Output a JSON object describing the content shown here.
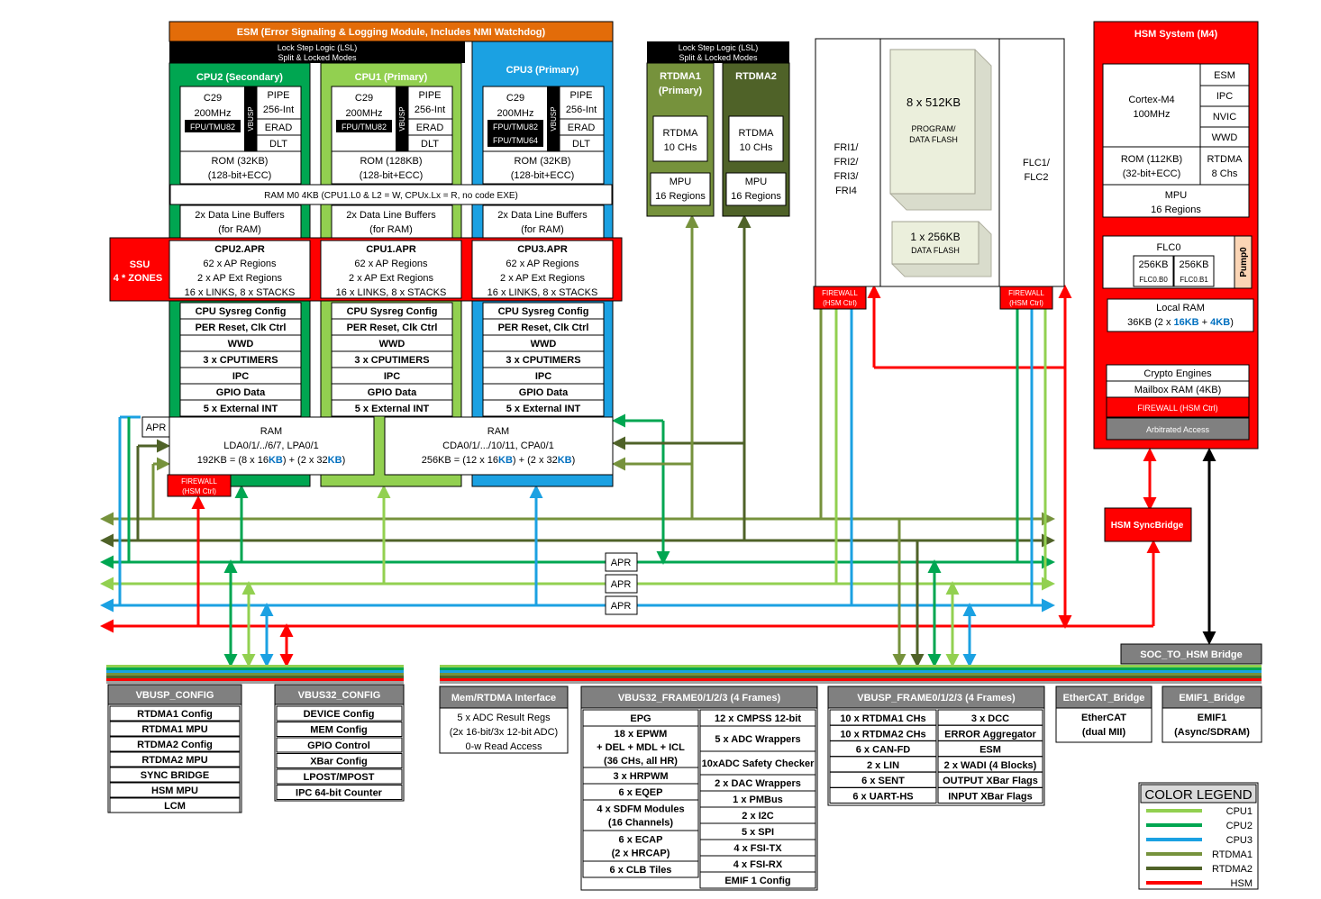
{
  "esm": {
    "title": "ESM (Error Signaling & Logging Module, Includes NMI Watchdog)"
  },
  "lsl": {
    "line1": "Lock Step Logic (LSL)",
    "line2": "Split & Locked Modes"
  },
  "cpus": [
    {
      "title": "CPU2 (Secondary)",
      "c29": "C29",
      "mhz": "200MHz",
      "fpu": [
        "FPU/TMU82"
      ],
      "vbusp": "VBUSP",
      "pipe": [
        "PIPE",
        "256-Int"
      ],
      "erad": "ERAD",
      "dlt": "DLT",
      "rom": [
        "ROM (32KB)",
        "(128-bit+ECC)"
      ],
      "dlb": [
        "2x Data Line Buffers",
        "(for RAM)"
      ],
      "apr": [
        "CPU2.APR",
        "62 x AP Regions",
        "2 x AP Ext Regions",
        "16 x LINKS, 8 x STACKS"
      ],
      "periph": [
        "CPU Sysreg Config",
        "PER Reset, Clk Ctrl",
        "WWD",
        "3 x CPUTIMERS",
        "IPC",
        "GPIO Data",
        "5 x External INT"
      ],
      "color": "#00a651"
    },
    {
      "title": "CPU1 (Primary)",
      "c29": "C29",
      "mhz": "200MHz",
      "fpu": [
        "FPU/TMU82"
      ],
      "vbusp": "VBUSP",
      "pipe": [
        "PIPE",
        "256-Int"
      ],
      "erad": "ERAD",
      "dlt": "DLT",
      "rom": [
        "ROM (128KB)",
        "(128-bit+ECC)"
      ],
      "dlb": [
        "2x Data Line Buffers",
        "(for RAM)"
      ],
      "apr": [
        "CPU1.APR",
        "62 x AP Regions",
        "2 x AP Ext Regions",
        "16 x LINKS, 8 x STACKS"
      ],
      "periph": [
        "CPU Sysreg Config",
        "PER Reset, Clk Ctrl",
        "WWD",
        "3 x CPUTIMERS",
        "IPC",
        "GPIO Data",
        "5 x External INT"
      ],
      "color": "#92d050"
    },
    {
      "title": "CPU3 (Primary)",
      "c29": "C29",
      "mhz": "200MHz",
      "fpu": [
        "FPU/TMU82",
        "FPU/TMU64"
      ],
      "vbusp": "VBUSP",
      "pipe": [
        "PIPE",
        "256-Int"
      ],
      "erad": "ERAD",
      "dlt": "DLT",
      "rom": [
        "ROM (32KB)",
        "(128-bit+ECC)"
      ],
      "dlb": [
        "2x Data Line Buffers",
        "(for RAM)"
      ],
      "apr": [
        "CPU3.APR",
        "62 x AP Regions",
        "2 x AP Ext Regions",
        "16 x LINKS, 8 x STACKS"
      ],
      "periph": [
        "CPU Sysreg Config",
        "PER Reset, Clk Ctrl",
        "WWD",
        "3 x CPUTIMERS",
        "IPC",
        "GPIO Data",
        "5 x External INT"
      ],
      "color": "#1ba1e2"
    }
  ],
  "ram_m0": "RAM M0 4KB (CPU1.L0 & L2 = W, CPUx.Lx = R, no code EXE)",
  "ssu": [
    "SSU",
    "4 * ZONES"
  ],
  "apr_label": "APR",
  "ram_left": {
    "title": "RAM",
    "line1": "LDA0/1/../6/7, LPA0/1",
    "line2": [
      "192KB = (8 x 16",
      "KB",
      ") + (2 x 32",
      "KB",
      ")"
    ]
  },
  "ram_right": {
    "title": "RAM",
    "line1": "CDA0/1/.../10/11, CPA0/1",
    "line2": [
      "256KB = (12 x 16",
      "KB",
      ") + (2 x 32",
      "KB",
      ")"
    ]
  },
  "firewall": [
    "FIREWALL",
    "(HSM Ctrl)"
  ],
  "rtdma": [
    {
      "title": [
        "RTDMA1",
        "(Primary)"
      ],
      "ch": [
        "RTDMA",
        "10 CHs"
      ],
      "mpu": [
        "MPU",
        "16 Regions"
      ],
      "color": "#76923c"
    },
    {
      "title": [
        "RTDMA2"
      ],
      "ch": [
        "RTDMA",
        "10 CHs"
      ],
      "mpu": [
        "MPU",
        "16 Regions"
      ],
      "color": "#4f6228"
    }
  ],
  "flash": {
    "fri": [
      "FRI1/",
      "FRI2/",
      "FRI3/",
      "FRI4"
    ],
    "prog": [
      "8 x 512KB",
      "PROGRAM/",
      "DATA FLASH"
    ],
    "data": [
      "1 x 256KB",
      "DATA FLASH"
    ],
    "flc": [
      "FLC1/",
      "FLC2"
    ]
  },
  "hsm": {
    "title": "HSM System (M4)",
    "cortex": [
      "Cortex-M4",
      "100MHz"
    ],
    "side": [
      "ESM",
      "IPC",
      "NVIC",
      "WWD"
    ],
    "rom": [
      "ROM (112KB)",
      "(32-bit+ECC)"
    ],
    "rtdma": [
      "RTDMA",
      "8 Chs"
    ],
    "mpu": [
      "MPU",
      "16 Regions"
    ],
    "flc0": "FLC0",
    "banks": [
      [
        "256KB",
        "FLC0.B0"
      ],
      [
        "256KB",
        "FLC0.B1"
      ]
    ],
    "pump": "Pump0",
    "localram": [
      "Local RAM",
      "36KB (2 x ",
      "16KB",
      " + ",
      "4KB",
      ")"
    ],
    "crypto": "Crypto Engines",
    "mailbox": "Mailbox RAM (4KB)",
    "firewall": "FIREWALL (HSM Ctrl)",
    "arb": "Arbitrated Access"
  },
  "syncbridge": "HSM SyncBridge",
  "soc_bridge": "SOC_TO_HSM Bridge",
  "tables": {
    "vbusp_config": {
      "header": "VBUSP_CONFIG",
      "rows": [
        "RTDMA1 Config",
        "RTDMA1 MPU",
        "RTDMA2 Config",
        "RTDMA2 MPU",
        "SYNC BRIDGE",
        "HSM MPU",
        "LCM"
      ]
    },
    "vbus32_config": {
      "header": "VBUS32_CONFIG",
      "rows": [
        "DEVICE Config",
        "MEM Config",
        "GPIO Control",
        "XBar Config",
        "LPOST/MPOST",
        "IPC 64-bit Counter"
      ]
    },
    "mem_rtdma": {
      "header": "Mem/RTDMA Interface",
      "lines": [
        "5 x ADC Result Regs",
        "(2x 16-bit/3x 12-bit ADC)",
        "0-w Read Access"
      ]
    },
    "vbus32_frame": {
      "header": "VBUS32_FRAME0/1/2/3 (4 Frames)",
      "left": [
        [
          "EPG"
        ],
        [
          "18 x EPWM",
          "+ DEL + MDL + ICL",
          "(36 CHs, all HR)"
        ],
        [
          "3 x HRPWM"
        ],
        [
          "6 x EQEP"
        ],
        [
          "4 x SDFM Modules",
          "(16 Channels)"
        ],
        [
          "6 x ECAP",
          "(2 x HRCAP)"
        ],
        [
          "6 x CLB Tiles"
        ]
      ],
      "right": [
        "12 x CMPSS 12-bit",
        "5 x ADC Wrappers",
        "10xADC Safety Checker",
        "2 x DAC Wrappers",
        "1 x PMBus",
        "2 x I2C",
        "5 x SPI",
        "4 x FSI-TX",
        "4 x FSI-RX",
        "EMIF 1 Config"
      ]
    },
    "vbusp_frame": {
      "header": "VBUSP_FRAME0/1/2/3 (4 Frames)",
      "left": [
        "10 x RTDMA1 CHs",
        "10 x RTDMA2 CHs",
        "6 x CAN-FD",
        "2 x LIN",
        "6 x SENT",
        "6 x UART-HS"
      ],
      "right": [
        "3 x DCC",
        "ERROR Aggregator",
        "ESM",
        "2 x WADI (4 Blocks)",
        "OUTPUT XBar Flags",
        "INPUT XBar Flags"
      ]
    },
    "ethercat": {
      "header": "EtherCAT_Bridge",
      "lines": [
        "EtherCAT",
        "(dual MII)"
      ]
    },
    "emif": {
      "header": "EMIF1_Bridge",
      "lines": [
        "EMIF1",
        "(Async/SDRAM)"
      ]
    }
  },
  "legend": {
    "title": "COLOR LEGEND",
    "items": [
      {
        "label": "CPU1",
        "color": "#92d050"
      },
      {
        "label": "CPU2",
        "color": "#00a651"
      },
      {
        "label": "CPU3",
        "color": "#1ba1e2"
      },
      {
        "label": "RTDMA1",
        "color": "#76923c"
      },
      {
        "label": "RTDMA2",
        "color": "#4f6228"
      },
      {
        "label": "HSM",
        "color": "#ff0000"
      }
    ]
  },
  "colors": {
    "cpu1": "#92d050",
    "cpu2": "#00a651",
    "cpu3": "#1ba1e2",
    "rtdma1": "#76923c",
    "rtdma2": "#4f6228",
    "hsm": "#ff0000",
    "esm": "#e36c09",
    "header_gray": "#808080"
  }
}
